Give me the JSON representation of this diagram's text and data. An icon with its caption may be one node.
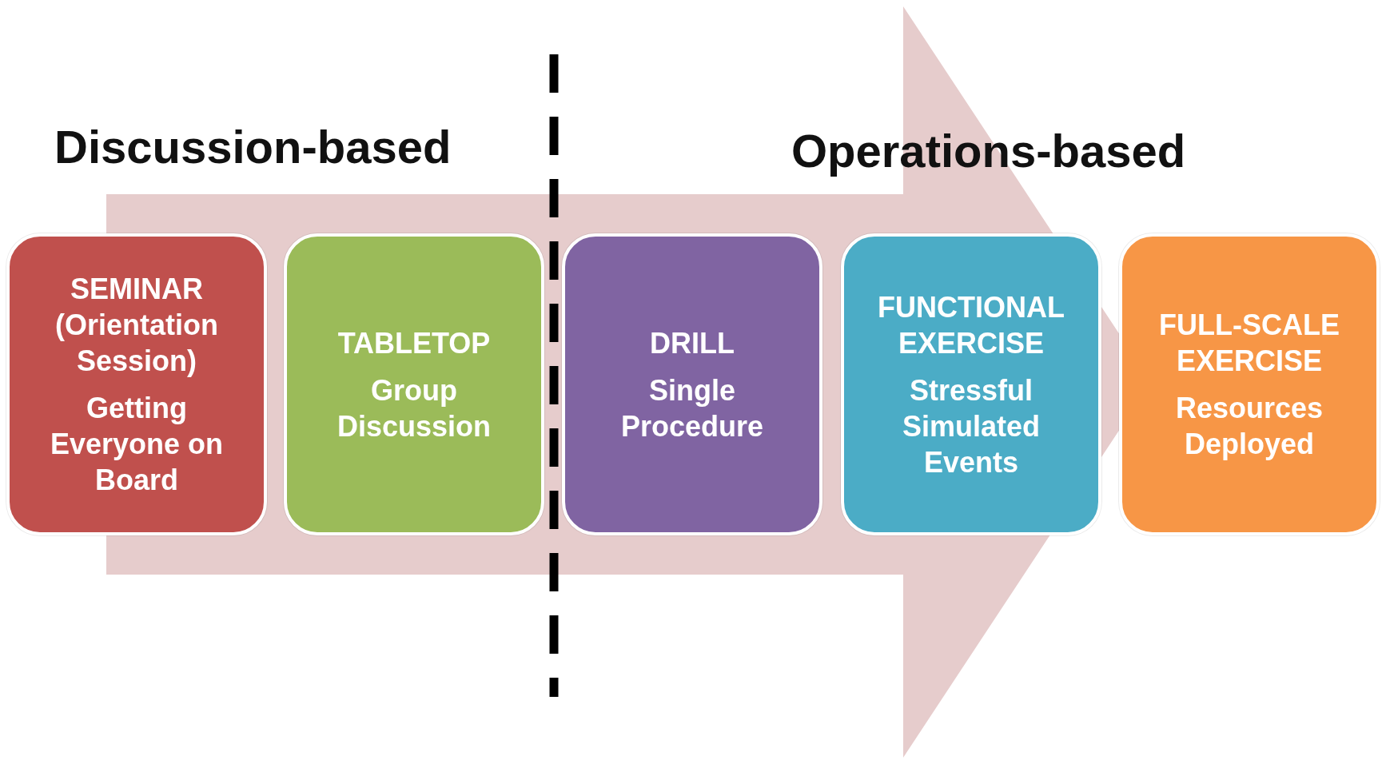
{
  "diagram": {
    "nodes": [
      {
        "text": [
          "SEMINAR (Orientation Session)",
          "Getting Everyone on Board"
        ]
      },
      {
        "text": [
          "TABLETOP",
          "Group Discussion"
        ]
      },
      {
        "text": [
          "DRILL",
          "Single Procedure"
        ]
      },
      {
        "text": [
          "FUNCTIONAL EXERCISE",
          "Stressful Simulated Events"
        ]
      },
      {
        "text": [
          "FULL-SCALE EXERCISE",
          "Resources Deployed"
        ]
      }
    ],
    "edges": [
      {
        "from": 0,
        "to": 4,
        "arrow": "to"
      }
    ],
    "labels": [
      "Discussion-based",
      "Operations-based"
    ]
  }
}
